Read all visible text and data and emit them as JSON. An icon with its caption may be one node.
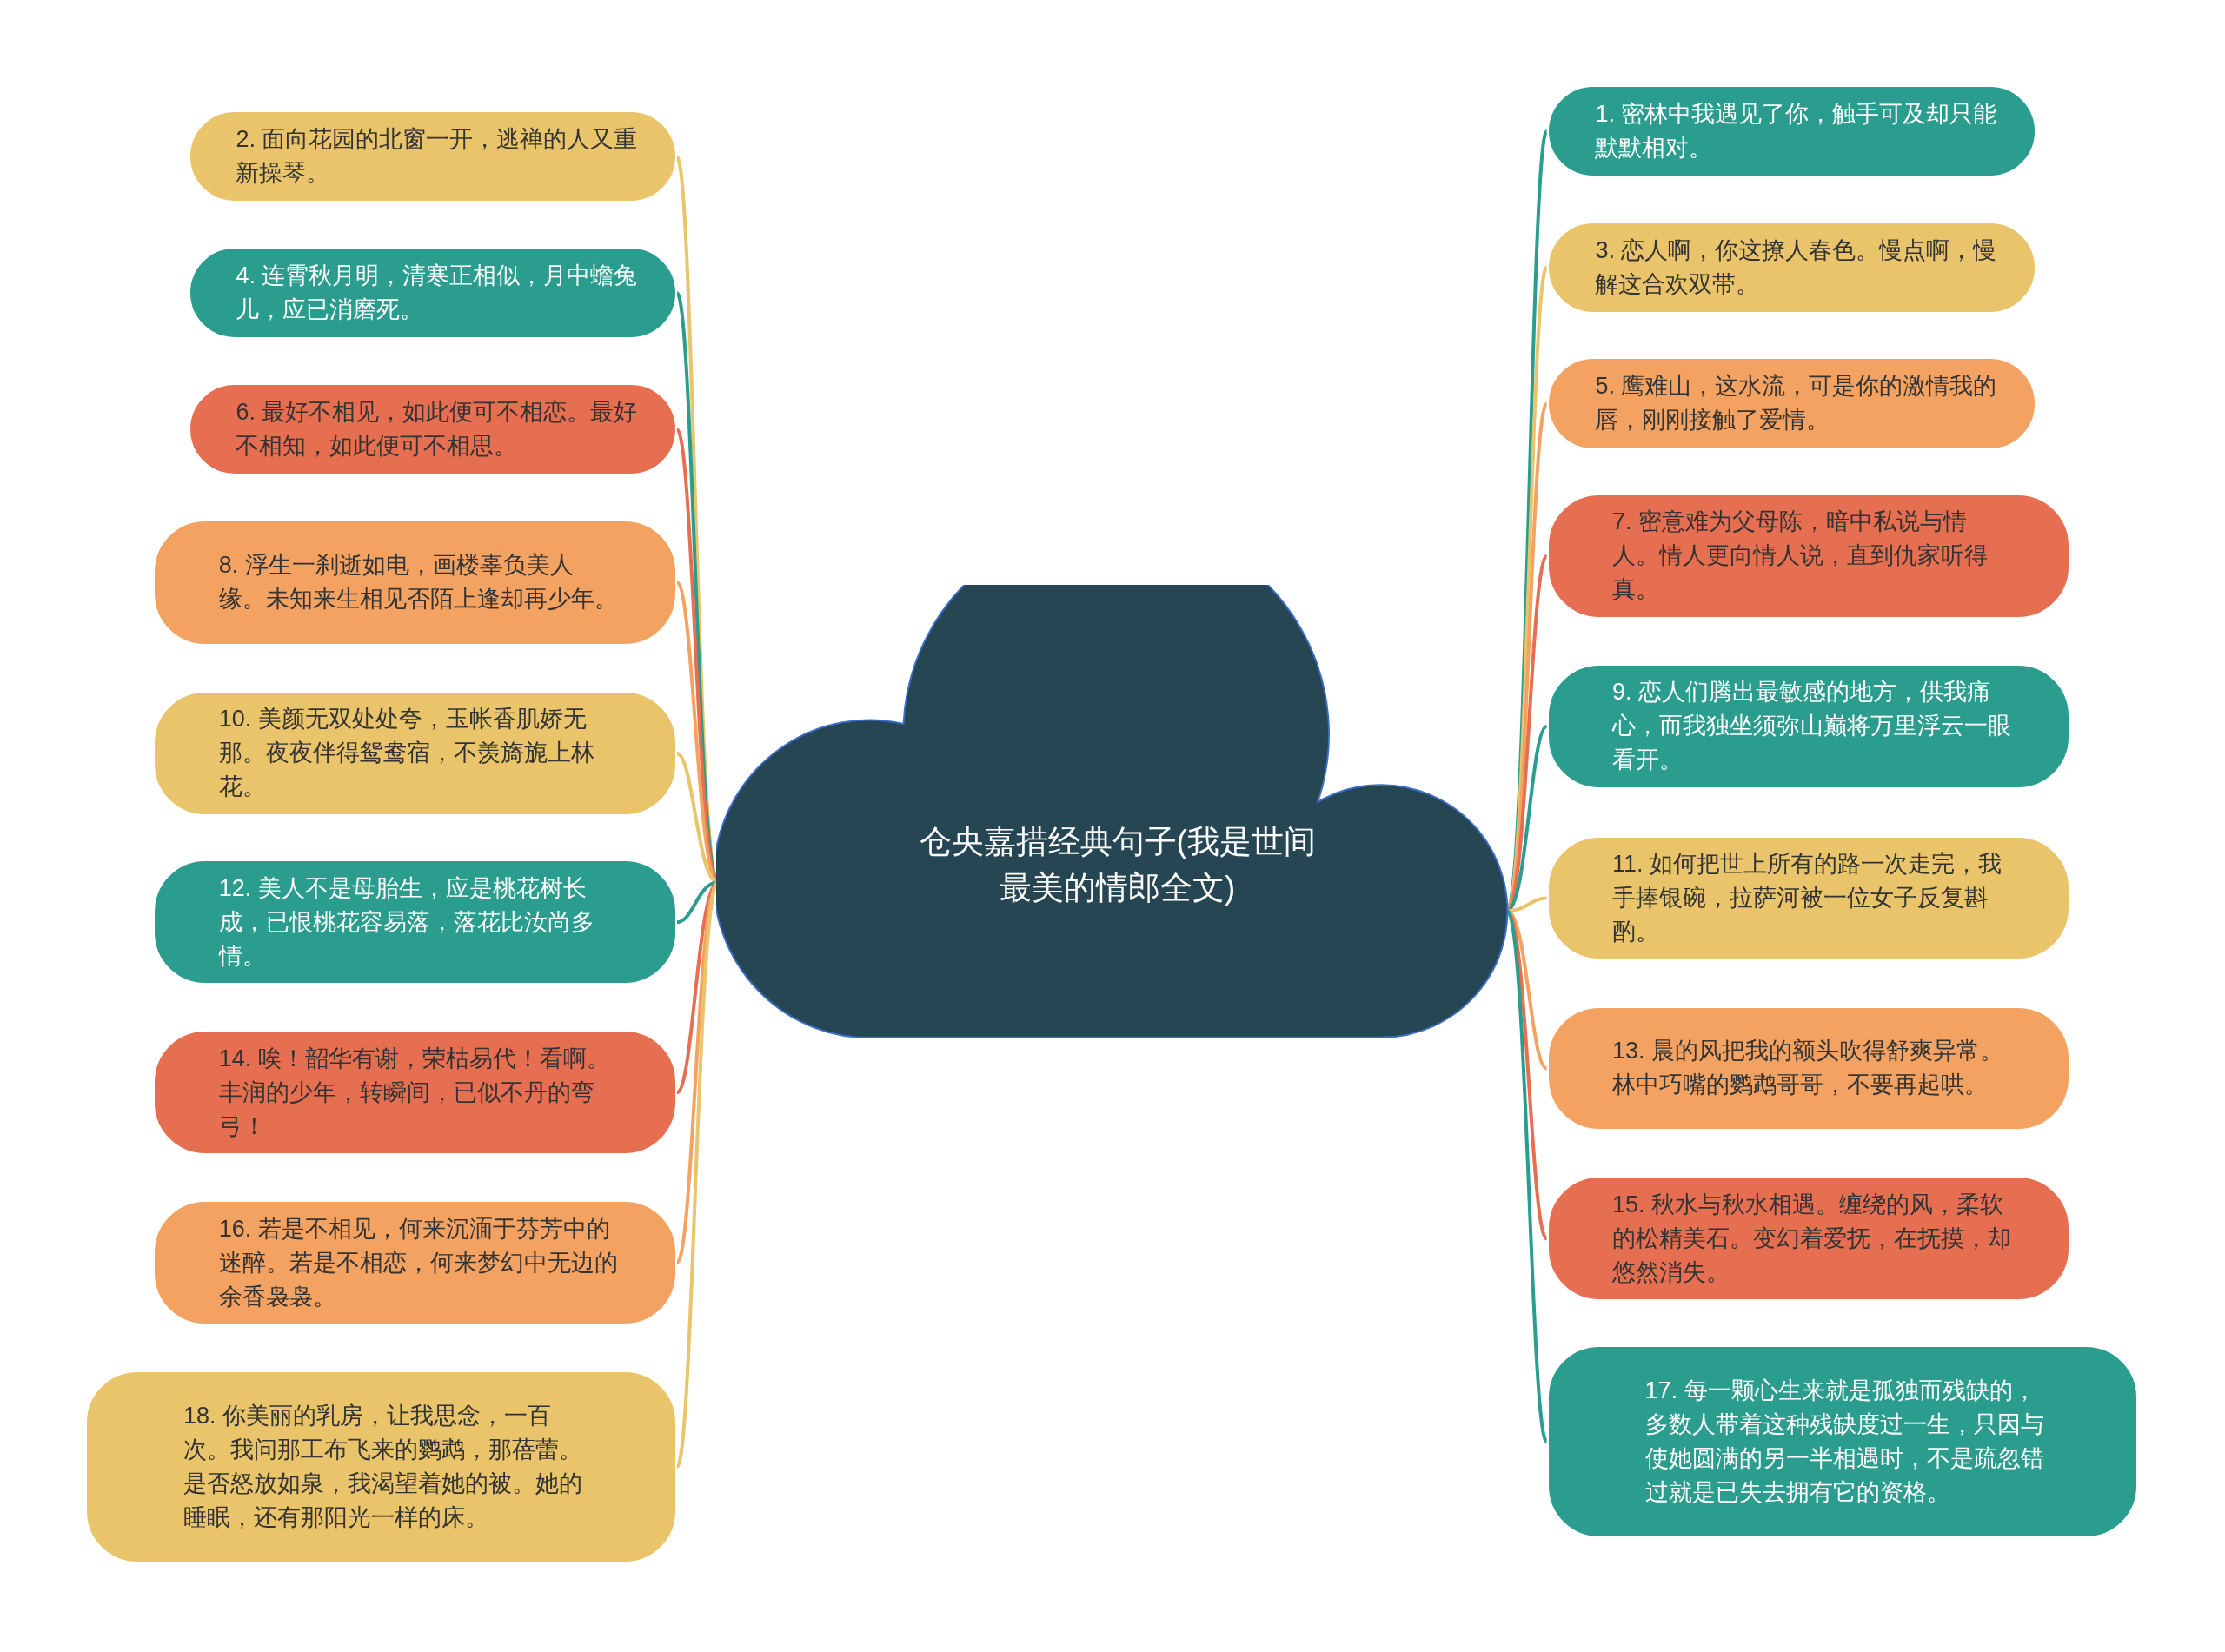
{
  "diagram": {
    "nodes": [
      {
        "text": [
          "仓央嘉措经典句子(我是世间最美的情郎全文)"
        ]
      },
      {
        "text": [
          "1. 密林中我遇见了你，触手可及却只能默默相对。"
        ]
      },
      {
        "text": [
          "2. 面向花园的北窗一开，逃禅的人又重新操琴。"
        ]
      },
      {
        "text": [
          "3. 恋人啊，你这撩人春色。慢点啊，慢解这合欢双带。"
        ]
      },
      {
        "text": [
          "4. 连霄秋月明，清寒正相似，月中蟾兔儿，应已消磨死。"
        ]
      },
      {
        "text": [
          "5. 鹰难山，这水流，可是你的激情我的唇，刚刚接触了爱情。"
        ]
      },
      {
        "text": [
          "6. 最好不相见，如此便可不相恋。最好不相知，如此便可不相思。"
        ]
      },
      {
        "text": [
          "7. 密意难为父母陈，暗中私说与情人。情人更向情人说，直到仇家听得真。"
        ]
      },
      {
        "text": [
          "8. 浮生一刹逝如电，画楼辜负美人缘。未知来生相见否陌上逢却再少年。"
        ]
      },
      {
        "text": [
          "9. 恋人们腾出最敏感的地方，供我痛心，而我独坐须弥山巅将万里浮云一眼看开。"
        ]
      },
      {
        "text": [
          "10. 美颜无双处处夸，玉帐香肌娇无那。夜夜伴得鸳鸯宿，不羡旖旎上林花。"
        ]
      },
      {
        "text": [
          "11. 如何把世上所有的路一次走完，我手捧银碗，拉萨河被一位女子反复斟酌。"
        ]
      },
      {
        "text": [
          "12. 美人不是母胎生，应是桃花树长成，已恨桃花容易落，落花比汝尚多情。"
        ]
      },
      {
        "text": [
          "13. 晨的风把我的额头吹得舒爽异常。林中巧嘴的鹦鹉哥哥，不要再起哄。"
        ]
      },
      {
        "text": [
          "14. 唉！韶华有谢，荣枯易代！看啊。丰润的少年，转瞬间，已似不丹的弯弓！"
        ]
      },
      {
        "text": [
          "15. 秋水与秋水相遇。缠绕的风，柔软的松精美石。变幻着爱抚，在抚摸，却悠然消失。"
        ]
      },
      {
        "text": [
          "16. 若是不相见，何来沉湎于芬芳中的迷醉。若是不相恋，何来梦幻中无边的余香袅袅。"
        ]
      },
      {
        "text": [
          "17. 每一颗心生来就是孤独而残缺的，多数人带着这种残缺度过一生，只因与使她圆满的另一半相遇时，不是疏忽错过就是已失去拥有它的资格。"
        ]
      },
      {
        "text": [
          "18. 你美丽的乳房，让我思念，一百次。我问那工布飞来的鹦鹉，那蓓蕾。是否怒放如泉，我渴望着她的被。她的睡眠，还有那阳光一样的床。"
        ]
      }
    ],
    "edges": [
      {
        "from": 0,
        "to": 1,
        "arrow": "none",
        "color": "#2a9d8f"
      },
      {
        "from": 0,
        "to": 2,
        "arrow": "none",
        "color": "#e9c46a"
      },
      {
        "from": 0,
        "to": 3,
        "arrow": "none",
        "color": "#e9c46a"
      },
      {
        "from": 0,
        "to": 4,
        "arrow": "none",
        "color": "#2a9d8f"
      },
      {
        "from": 0,
        "to": 5,
        "arrow": "none",
        "color": "#f4a261"
      },
      {
        "from": 0,
        "to": 6,
        "arrow": "none",
        "color": "#e76f51"
      },
      {
        "from": 0,
        "to": 7,
        "arrow": "none",
        "color": "#e76f51"
      },
      {
        "from": 0,
        "to": 8,
        "arrow": "none",
        "color": "#f4a261"
      },
      {
        "from": 0,
        "to": 9,
        "arrow": "none",
        "color": "#2a9d8f"
      },
      {
        "from": 0,
        "to": 10,
        "arrow": "none",
        "color": "#e9c46a"
      },
      {
        "from": 0,
        "to": 11,
        "arrow": "none",
        "color": "#e9c46a"
      },
      {
        "from": 0,
        "to": 12,
        "arrow": "none",
        "color": "#2a9d8f"
      },
      {
        "from": 0,
        "to": 13,
        "arrow": "none",
        "color": "#f4a261"
      },
      {
        "from": 0,
        "to": 14,
        "arrow": "none",
        "color": "#e76f51"
      },
      {
        "from": 0,
        "to": 15,
        "arrow": "none",
        "color": "#e76f51"
      },
      {
        "from": 0,
        "to": 16,
        "arrow": "none",
        "color": "#f4a261"
      },
      {
        "from": 0,
        "to": 17,
        "arrow": "none",
        "color": "#2a9d8f"
      },
      {
        "from": 0,
        "to": 18,
        "arrow": "none",
        "color": "#e9c46a"
      }
    ]
  }
}
